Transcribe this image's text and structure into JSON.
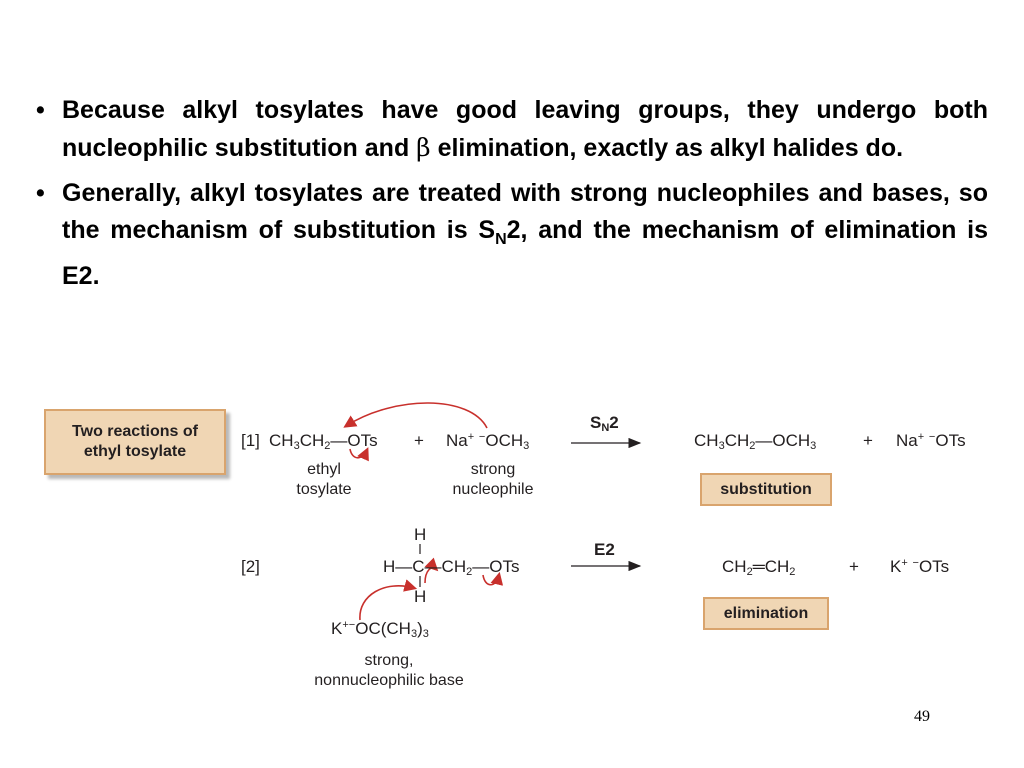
{
  "bullets": [
    {
      "marker": "•",
      "text_before": "Because alkyl tosylates have good leaving groups, they undergo both nucleophilic substitution and ",
      "greek": "β",
      "text_after": " elimination, exactly as alkyl halides do."
    },
    {
      "marker": "•",
      "text_before": "Generally, alkyl tosylates are treated with strong nucleophiles and bases, so the mechanism of substitution is S",
      "subscript": "N",
      "text_after": "2, and the mechanism of elimination is E2."
    }
  ],
  "figure": {
    "title_box": "Two reactions of ethyl tosylate",
    "reaction1": {
      "label": "[1]",
      "reactant_a": {
        "p1": "CH",
        "s1": "3",
        "p2": "CH",
        "s2": "2",
        "p3": "—OTs"
      },
      "plus": "+",
      "reactant_b": {
        "p1": "Na",
        "sup": "+",
        "p2": " ",
        "minus": "−",
        "p3": "OCH",
        "s1": "3"
      },
      "note_a": [
        "ethyl",
        "tosylate"
      ],
      "note_b": [
        "strong",
        "nucleophile"
      ],
      "arrow_label": {
        "p1": "S",
        "sub": "N",
        "p2": "2"
      },
      "product_a": {
        "p1": "CH",
        "s1": "3",
        "p2": "CH",
        "s2": "2",
        "p3": "—OCH",
        "s3": "3"
      },
      "plus2": "+",
      "product_b": {
        "p1": "Na",
        "sup": "+",
        "p2": " ",
        "minus": "−",
        "p3": "OTs"
      },
      "tag": "substitution"
    },
    "reaction2": {
      "label": "[2]",
      "h_top": "H",
      "h_bottom": "H",
      "main": {
        "p1": "H—C—CH",
        "s1": "2",
        "p2": "—OTs"
      },
      "base": {
        "p1": "K",
        "sup": "+",
        "minus": "−",
        "p2": "OC(CH",
        "s1": "3",
        "p3": ")",
        "s2": "3"
      },
      "note_base": [
        "strong,",
        "nonnucleophilic base"
      ],
      "arrow_label": "E2",
      "product_a": {
        "p1": "CH",
        "s1": "2",
        "p2": "═CH",
        "s2": "2"
      },
      "plus": "+",
      "product_b": {
        "p1": "K",
        "sup": "+",
        "p2": "  ",
        "minus": "−",
        "p3": "OTs"
      },
      "tag": "elimination"
    }
  },
  "page_number": "49",
  "colors": {
    "box_fill": "#f0d6b4",
    "box_border": "#d9a46d",
    "curved_arrow": "#c8302c",
    "text": "#231f20"
  }
}
